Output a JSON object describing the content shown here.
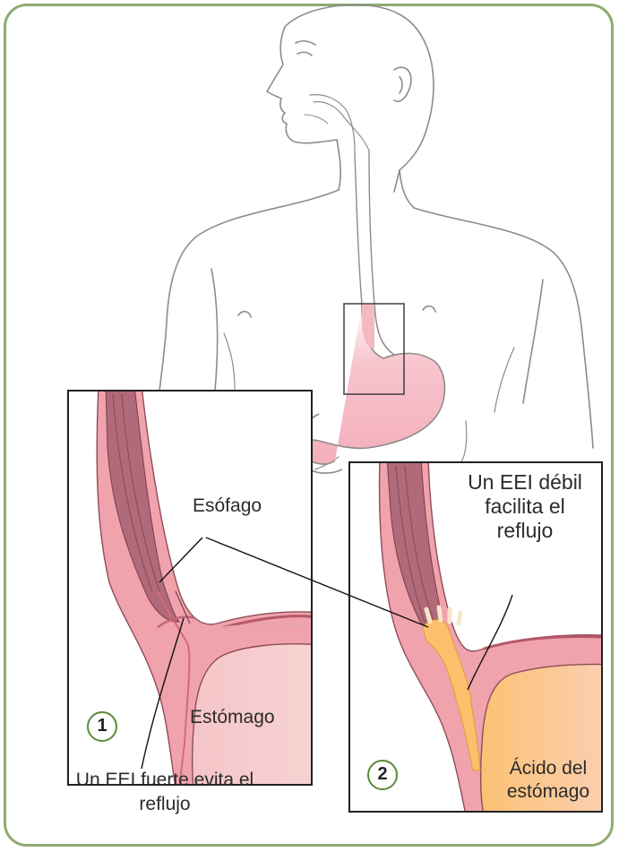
{
  "labels": {
    "esofago": "Esófago",
    "estomago": "Estómago",
    "strong_les": "Un EEI fuerte evita el reflujo",
    "weak_les": "Un EEI débil facilita el reflujo",
    "acid": "Ácido del estómago"
  },
  "panels": [
    {
      "number": "1"
    },
    {
      "number": "2"
    }
  ],
  "colors": {
    "frame_border": "#8dab72",
    "badge_border": "#5a8a3a",
    "esophagus_muscle": "#b06a79",
    "lining_pink": "#e8a0ac",
    "stomach_fill": "#f6cccd",
    "acid_orange": "#fbc47a"
  }
}
